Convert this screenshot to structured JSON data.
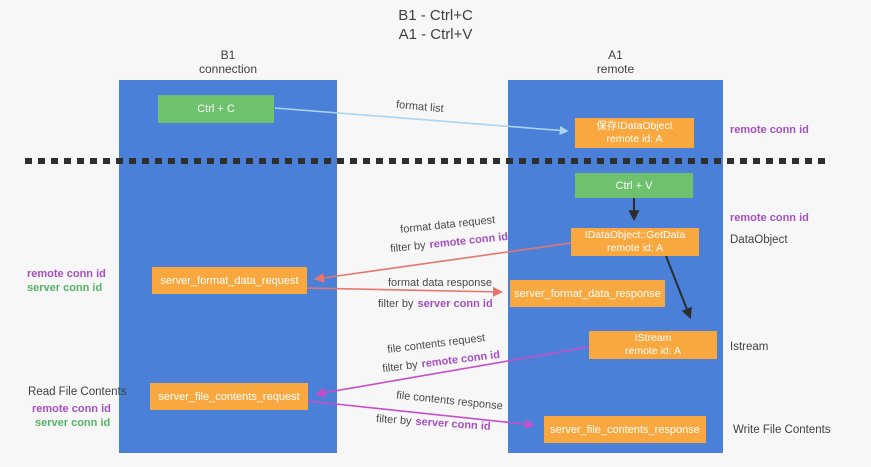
{
  "title": {
    "line1": "B1 - Ctrl+C",
    "line2": "A1 - Ctrl+V"
  },
  "columns": {
    "left": {
      "name": "B1",
      "role": "connection"
    },
    "right": {
      "name": "A1",
      "role": "remote"
    }
  },
  "nodes": {
    "ctrl_c": {
      "label": "Ctrl + C"
    },
    "ctrl_v": {
      "label": "Ctrl + V"
    },
    "save_idataobject": {
      "line1": "保存IDataObject",
      "line2": "remote id: A"
    },
    "getdata": {
      "line1": "IDataObject::GetData",
      "line2": "remote id: A"
    },
    "istream": {
      "line1": "IStream",
      "line2": "remote id: A"
    },
    "server_format_data_request": {
      "label": "server_format_data_request"
    },
    "server_format_data_response": {
      "label": "server_format_data_response"
    },
    "server_file_contents_request": {
      "label": "server_file_contents_request"
    },
    "server_file_contents_response": {
      "label": "server_file_contents_response"
    }
  },
  "flow": {
    "format_list": "format list",
    "format_data_request": "format data request",
    "format_data_response": "format data response",
    "file_contents_request": "file contents request",
    "file_contents_response": "file contents response",
    "filter_by": "filter by",
    "remote_conn_id": "remote conn id",
    "server_conn_id": "server conn id"
  },
  "side": {
    "left_top": {
      "remote": "remote conn id",
      "server": "server conn id"
    },
    "read_file_contents": "Read File Contents",
    "left_bottom": {
      "remote": "remote conn id",
      "server": "server conn id"
    },
    "right": {
      "remote_1": "remote conn id",
      "remote_2": "remote conn id",
      "dataobject": "DataObject",
      "istream": "Istream",
      "write_file_contents": "Write File Contents"
    }
  },
  "colors": {
    "background": "#f7f7f8",
    "column_blue": "#4a80d8",
    "box_orange": "#f9a83f",
    "box_green": "#6ec26e",
    "arrow_light_blue": "#aad4f2",
    "arrow_red": "#e8756d",
    "arrow_magenta": "#c64ec8",
    "arrow_black": "#2d2d2d",
    "label_purple": "#a64fc1",
    "label_green": "#55b364"
  }
}
